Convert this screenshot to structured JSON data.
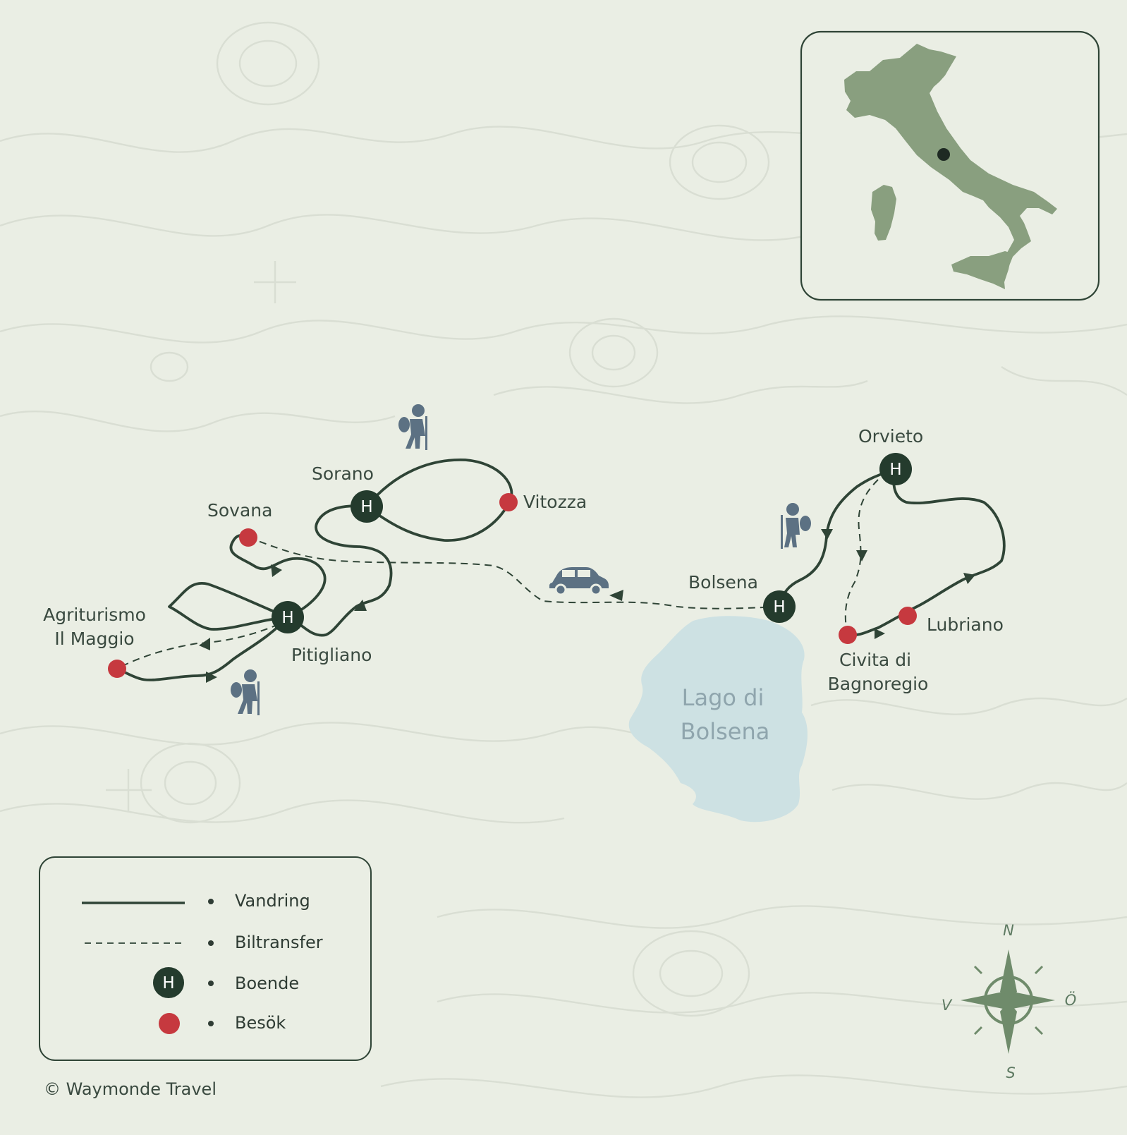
{
  "colors": {
    "background": "#eaeee4",
    "trail": "#2f4436",
    "accommodation": "#243b2d",
    "visit": "#c6393f",
    "lake": "#cde1e3",
    "inset_land": "#899f7f",
    "icon": "#5c7183"
  },
  "places": {
    "sorano": "Sorano",
    "vitozza": "Vitozza",
    "sovana": "Sovana",
    "agriturismo_line1": "Agriturismo",
    "agriturismo_line2": "Il Maggio",
    "pitigliano": "Pitigliano",
    "bolsena": "Bolsena",
    "orvieto": "Orvieto",
    "lubriano": "Lubriano",
    "civita_line1": "Civita di",
    "civita_line2": "Bagnoregio"
  },
  "lake": {
    "line1": "Lago di",
    "line2": "Bolsena"
  },
  "marker_letter": "H",
  "legend": {
    "items": [
      {
        "label": "Vandring"
      },
      {
        "label": "Biltransfer"
      },
      {
        "label": "Boende"
      },
      {
        "label": "Besök"
      }
    ]
  },
  "compass": {
    "north": "N",
    "south": "S",
    "east": "Ö",
    "west": "V"
  },
  "copyright": "© Waymonde Travel",
  "icons": {
    "hiker": "hiker-icon",
    "car": "car-icon",
    "compass": "compass-rose-icon"
  }
}
